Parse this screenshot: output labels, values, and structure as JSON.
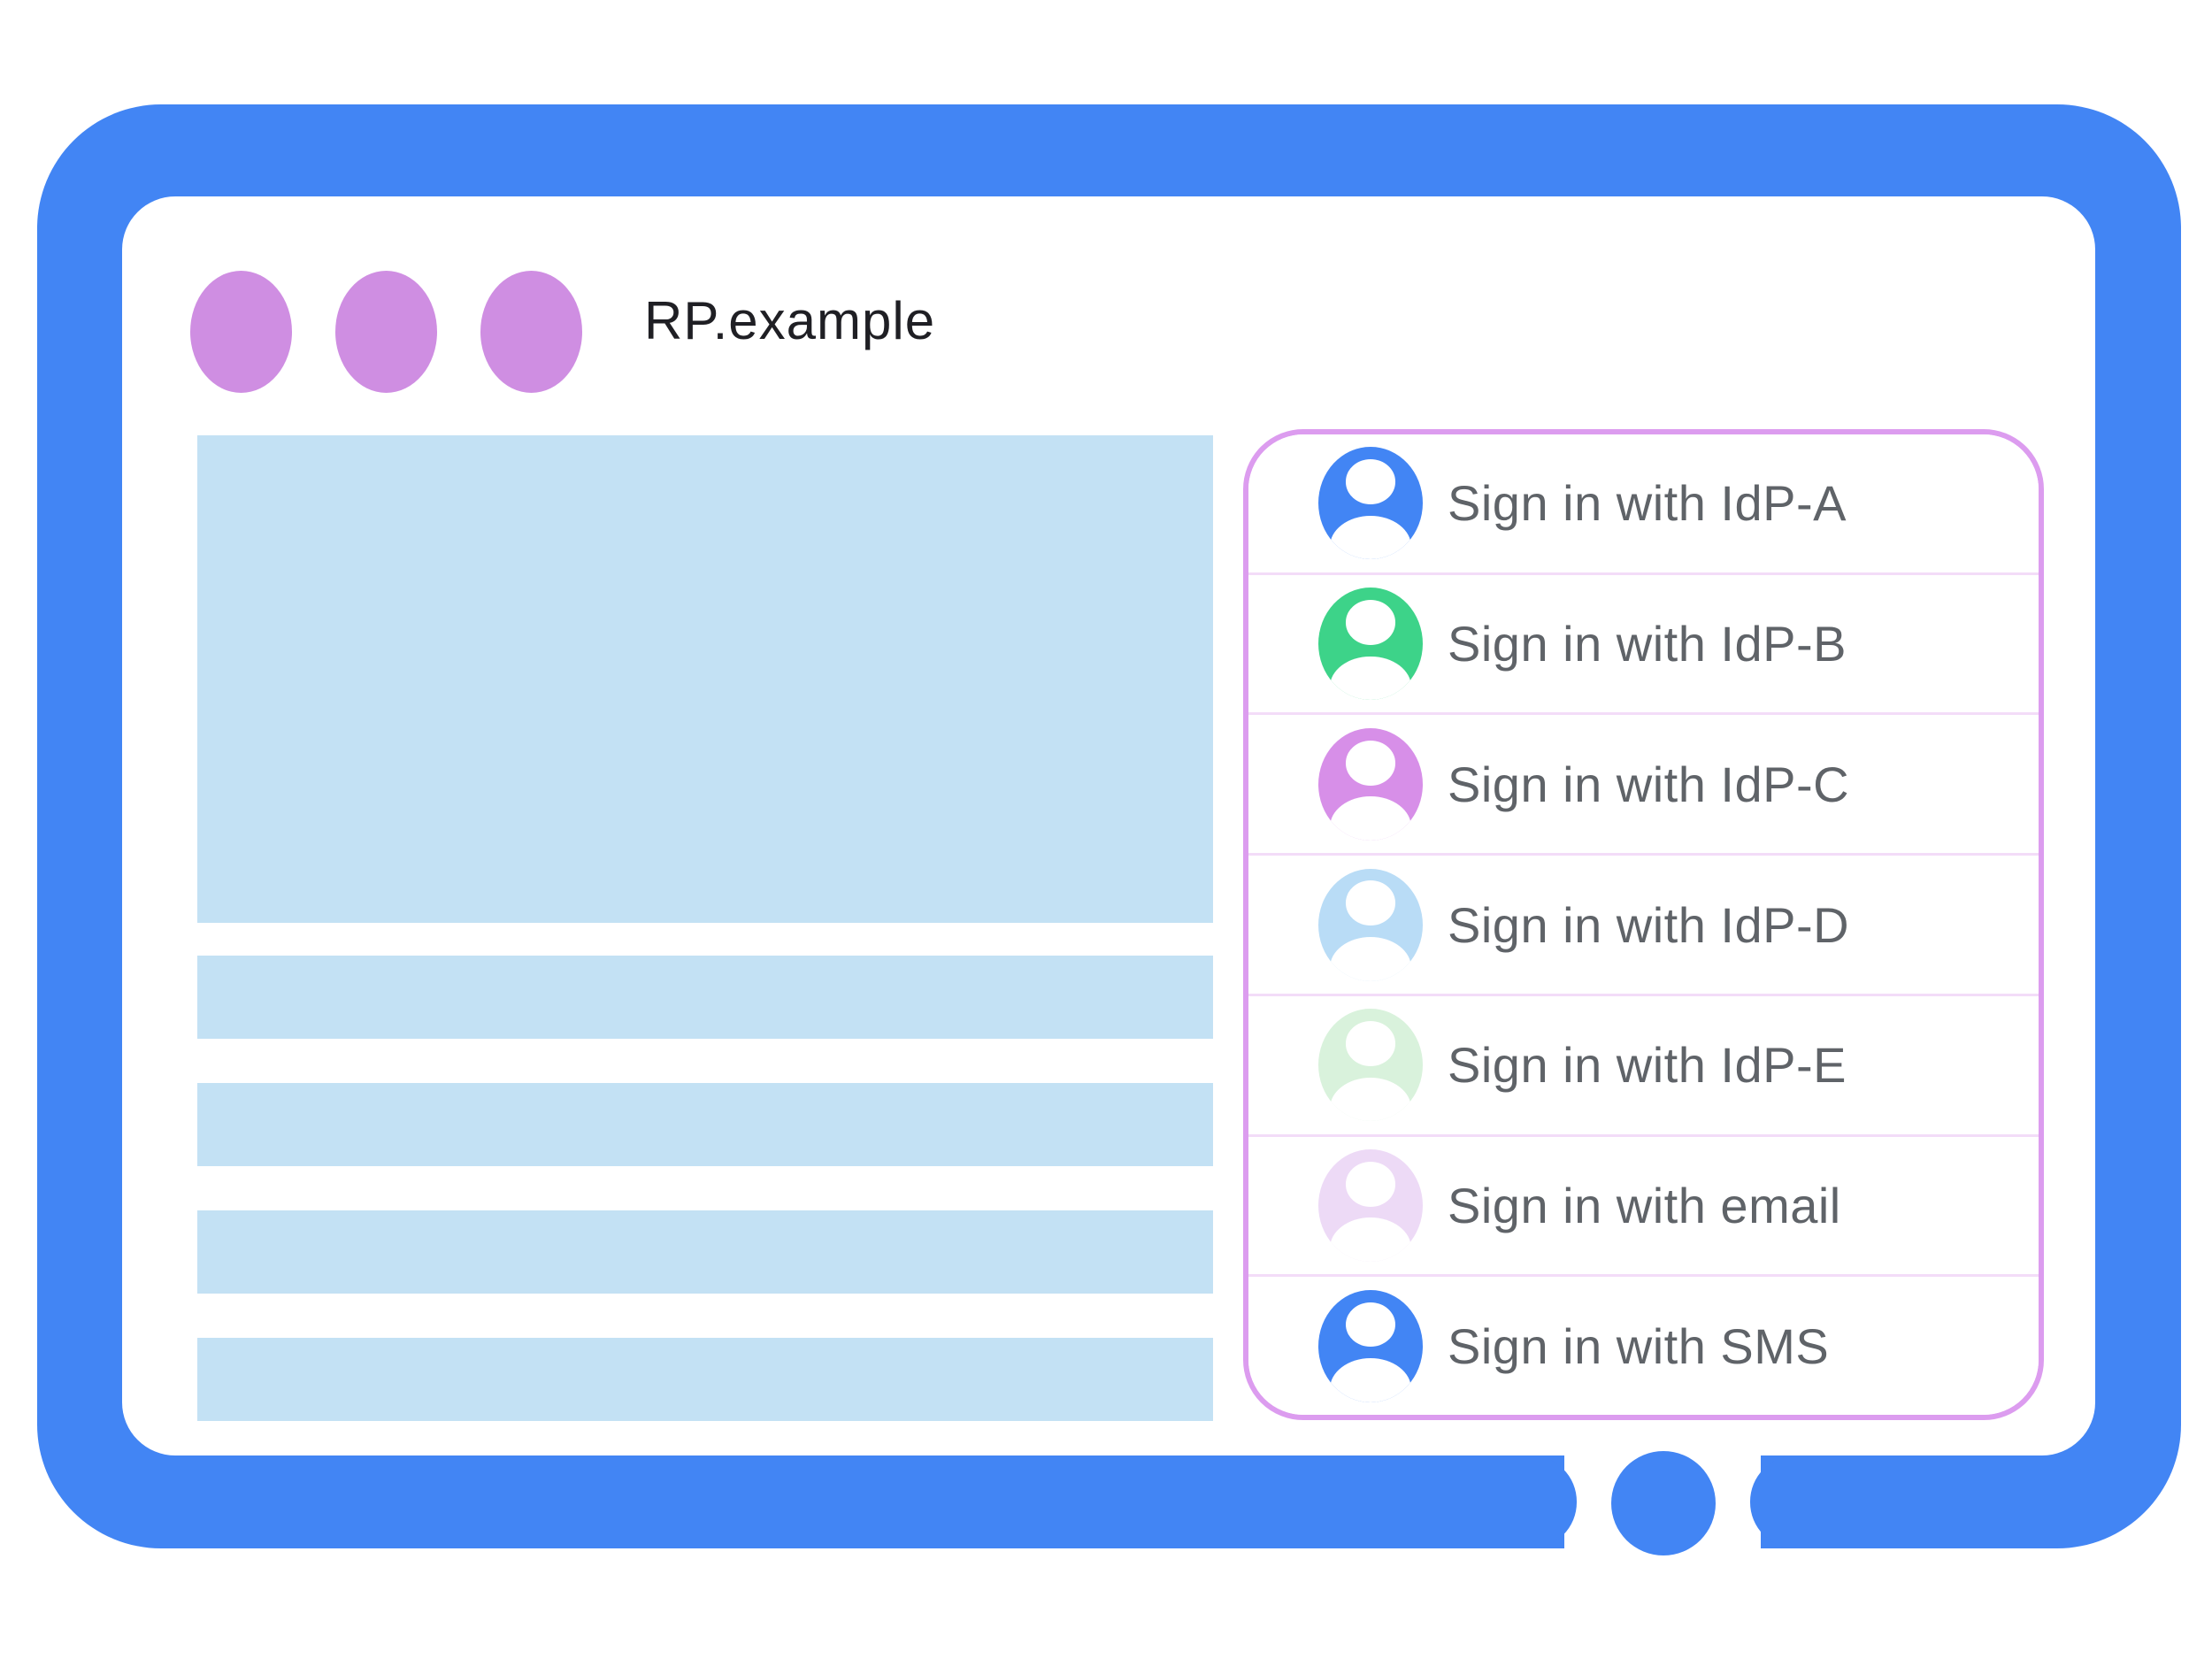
{
  "window": {
    "title": "RP.example",
    "dot_count": 3,
    "dot_color": "#CF8EE2"
  },
  "frame": {
    "color": "#4285F4",
    "home_button_icon": "circle"
  },
  "content": {
    "placeholder_color": "#C3E1F4",
    "hero_blocks": 1,
    "text_bars": 4
  },
  "signin_panel": {
    "border_color": "#DC9CEF",
    "divider_color": "#F3DCF8",
    "label_color": "#5F6368",
    "avatar_icon": "person-icon",
    "options": [
      {
        "label": "Sign in with IdP-A",
        "avatar_color": "#4285F4"
      },
      {
        "label": "Sign in with IdP-B",
        "avatar_color": "#3DD389"
      },
      {
        "label": "Sign in with IdP-C",
        "avatar_color": "#D78FE8"
      },
      {
        "label": "Sign in with IdP-D",
        "avatar_color": "#B9DCF6"
      },
      {
        "label": "Sign in with IdP-E",
        "avatar_color": "#D9F2DC"
      },
      {
        "label": "Sign in with email",
        "avatar_color": "#EDDAF6"
      },
      {
        "label": "Sign in with SMS",
        "avatar_color": "#4285F4"
      }
    ]
  }
}
